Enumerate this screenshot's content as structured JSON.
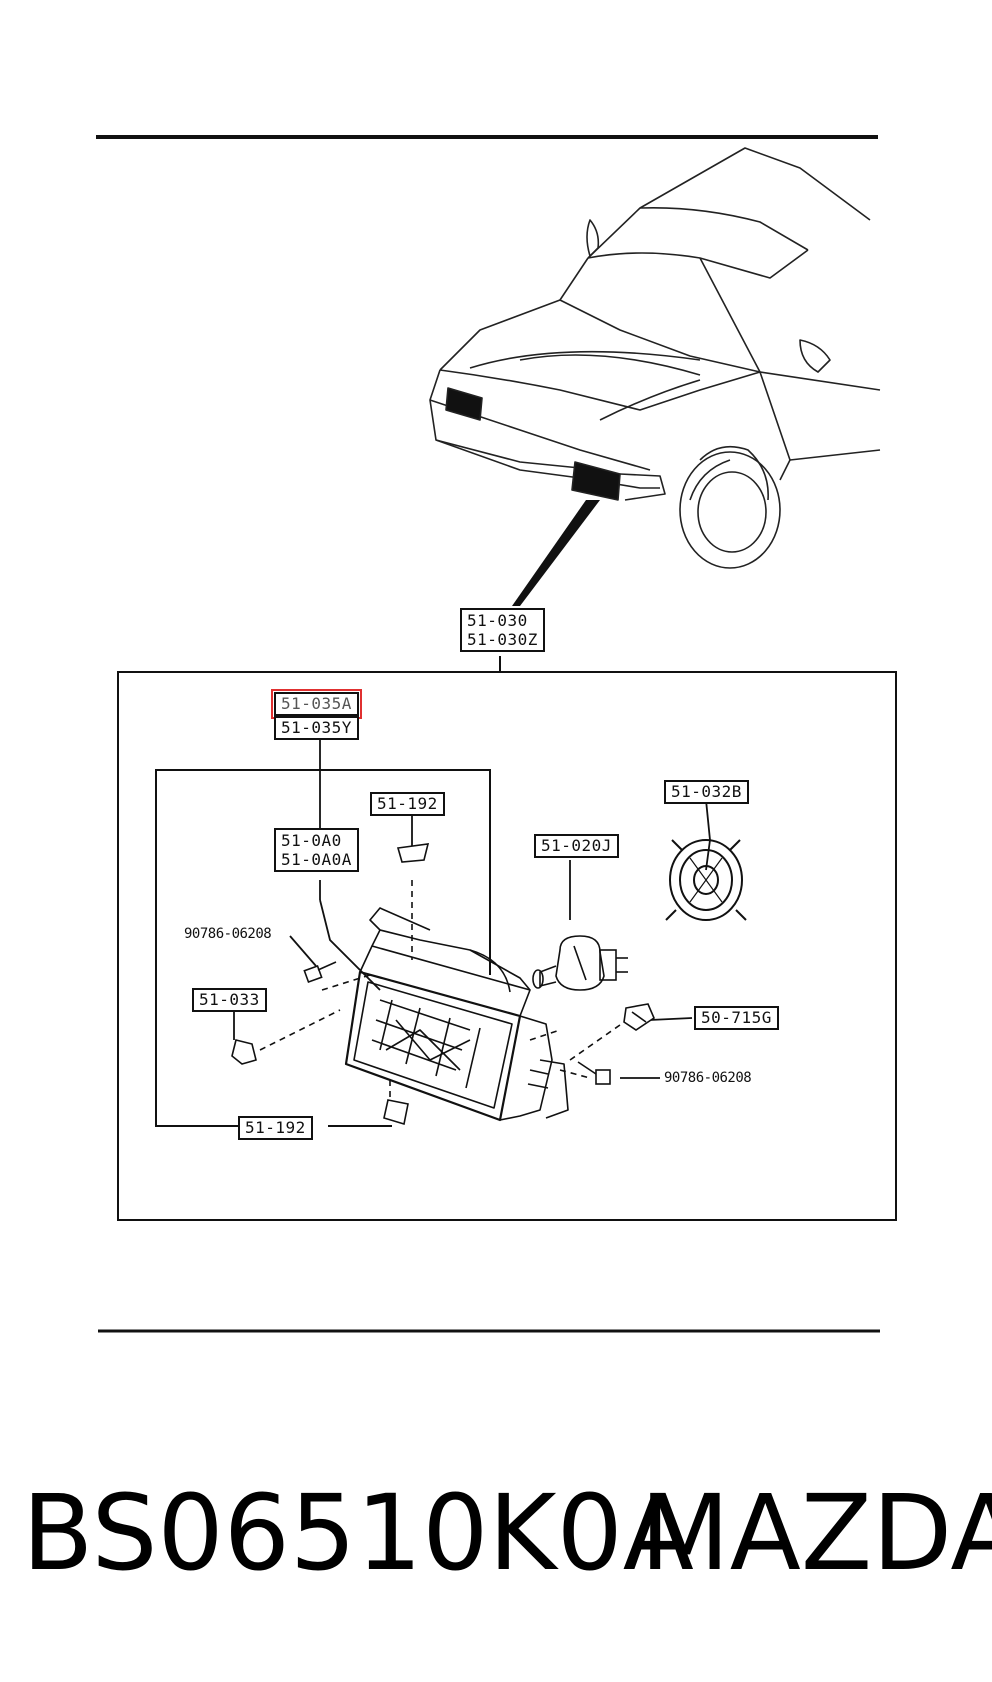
{
  "diagram": {
    "labels": {
      "assembly_a": "51-030",
      "assembly_b": "51-030Z",
      "housing_a": "51-035A",
      "housing_b": "51-035Y",
      "lens_a": "51-0A0",
      "lens_b": "51-0A0A",
      "clip_top": "51-192",
      "clip_bottom": "51-192",
      "bulb": "51-020J",
      "socket_cover": "51-032B",
      "bracket": "51-033",
      "nut": "50-715G",
      "bolt_left": "90786-06208",
      "bolt_right": "90786-06208"
    },
    "highlighted_part": "51-035A",
    "highlight_color": "#e03030"
  },
  "caption": {
    "part_number": "BS06510K0A",
    "brand": "MAZDA"
  }
}
